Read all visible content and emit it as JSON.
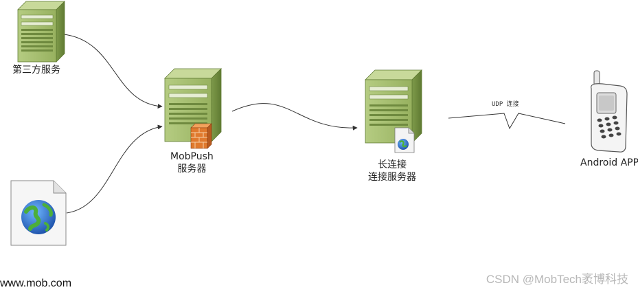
{
  "nodes": {
    "third_party": {
      "label": "第三方服务",
      "icon": "server-icon"
    },
    "mobpush": {
      "label_line1": "MobPush",
      "label_line2": "服务器",
      "icon": "server-firewall-icon"
    },
    "long_conn": {
      "label_line1": "长连接",
      "label_line2": "连接服务器",
      "icon": "server-globe-document-icon"
    },
    "android": {
      "label": "Android APP",
      "icon": "mobile-phone-icon"
    },
    "web": {
      "icon": "globe-document-icon"
    }
  },
  "connections": {
    "udp_label": "UDP 连接"
  },
  "footer": {
    "site": "www.mob.com",
    "watermark": "CSDN @MobTech袤博科技"
  },
  "colors": {
    "server_body": "#9fb96a",
    "server_dark": "#6f8a3f",
    "line": "#333333"
  }
}
